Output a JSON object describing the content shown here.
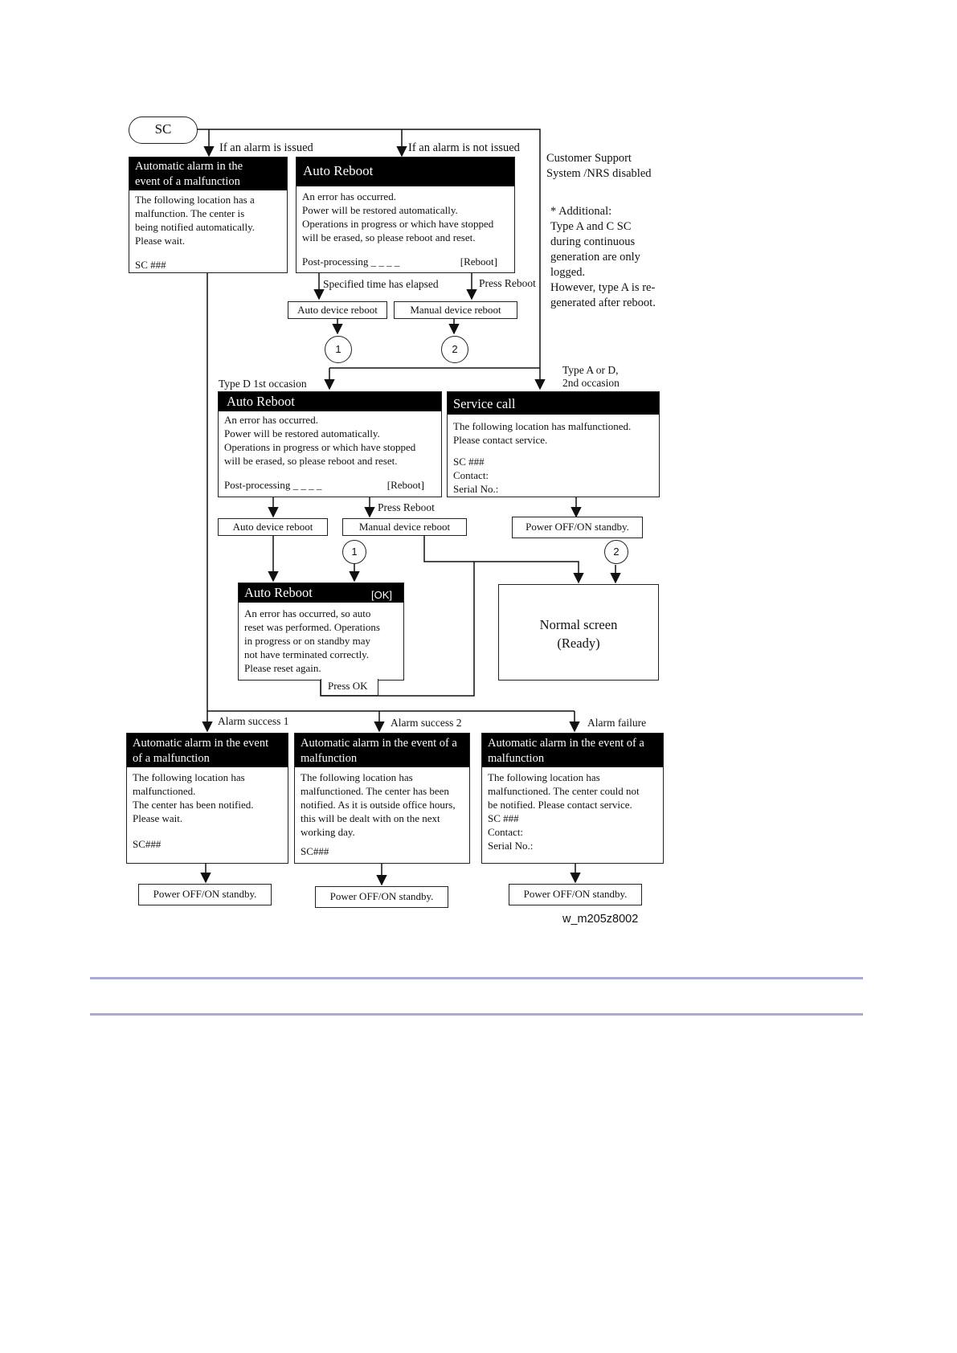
{
  "start": {
    "label": "SC"
  },
  "branches": {
    "alarm_issued": "If an alarm is issued",
    "alarm_not_issued": "If an alarm is not issued"
  },
  "side_note": {
    "title_lines": [
      "Customer Support",
      "System /NRS disabled"
    ],
    "additional_lines": [
      "* Additional:",
      "Type A and C SC",
      "during continuous",
      "generation are only",
      "logged.",
      "However, type A is re-",
      "generated after reboot."
    ]
  },
  "auto_alarm_box": {
    "header_lines": [
      "Automatic alarm in the",
      "event of a malfunction"
    ],
    "body_lines": [
      "The following location has a",
      "malfunction. The center is",
      "being notified automatically.",
      "Please wait."
    ],
    "code": "SC ###"
  },
  "auto_reboot_1": {
    "header": "Auto Reboot",
    "body_lines": [
      "An error has occurred.",
      "Power will be restored automatically.",
      "Operations in progress or which have stopped",
      "will be erased, so please reboot and reset."
    ],
    "post_processing": "Post-processing _ _ _ _",
    "reboot_label": "[Reboot]"
  },
  "labels_1": {
    "specified_time": "Specified time has elapsed",
    "press_reboot": "Press Reboot"
  },
  "auto_device_reboot": "Auto device reboot",
  "manual_device_reboot": "Manual  device reboot",
  "connectors": {
    "one": "1",
    "two": "2"
  },
  "type_d_label": "Type D 1st occasion",
  "type_ad_label_lines": [
    "Type A or D,",
    "2nd occasion"
  ],
  "auto_reboot_2": {
    "header": "Auto Reboot",
    "body_lines": [
      "An error has occurred.",
      "Power will be restored automatically.",
      "Operations in progress or which have stopped",
      "will be erased, so please reboot and reset."
    ],
    "post_processing": "Post-processing _ _ _ _",
    "reboot_label": "[Reboot]"
  },
  "service_call": {
    "header": "Service call",
    "body_lines": [
      "The following location has malfunctioned.",
      "Please contact service."
    ],
    "detail_lines": [
      "SC ###",
      "Contact:",
      "Serial No.:"
    ]
  },
  "press_reboot_2": "Press Reboot",
  "power_off_on": "Power OFF/ON standby.",
  "auto_reboot_ok": {
    "header": "Auto Reboot",
    "ok_label": "[OK]",
    "body_lines": [
      "An error has occurred, so auto",
      "reset was performed. Operations",
      "in progress or on standby may",
      "not have terminated correctly.",
      "Please reset again."
    ]
  },
  "press_ok": "Press OK",
  "normal_screen": {
    "lines": [
      "Normal screen",
      "(Ready)"
    ]
  },
  "alarm_labels": {
    "success1": "Alarm success 1",
    "success2": "Alarm success 2",
    "failure": "Alarm failure"
  },
  "result_success1": {
    "header_lines": [
      "Automatic alarm in the event",
      "of a malfunction"
    ],
    "body_lines": [
      "The following location has",
      "malfunctioned.",
      "The center has been notified.",
      "Please wait."
    ],
    "code": "SC###"
  },
  "result_success2": {
    "header_lines": [
      "Automatic alarm in the event of a",
      "malfunction"
    ],
    "body_lines": [
      "The following location has",
      "malfunctioned. The center has been",
      "notified. As it is outside office hours,",
      "this will be dealt with on the next",
      "working day."
    ],
    "code": "SC###"
  },
  "result_failure": {
    "header_lines": [
      "Automatic alarm in the event of a",
      "malfunction"
    ],
    "body_lines": [
      "The following location has",
      "malfunctioned. The center could not",
      "be notified. Please contact service.",
      "SC ###",
      "Contact:",
      "Serial No.:"
    ]
  },
  "figure_id": "w_m205z8002",
  "colors": {
    "rule": "#a9a8d0",
    "header_bg": "#000000"
  }
}
